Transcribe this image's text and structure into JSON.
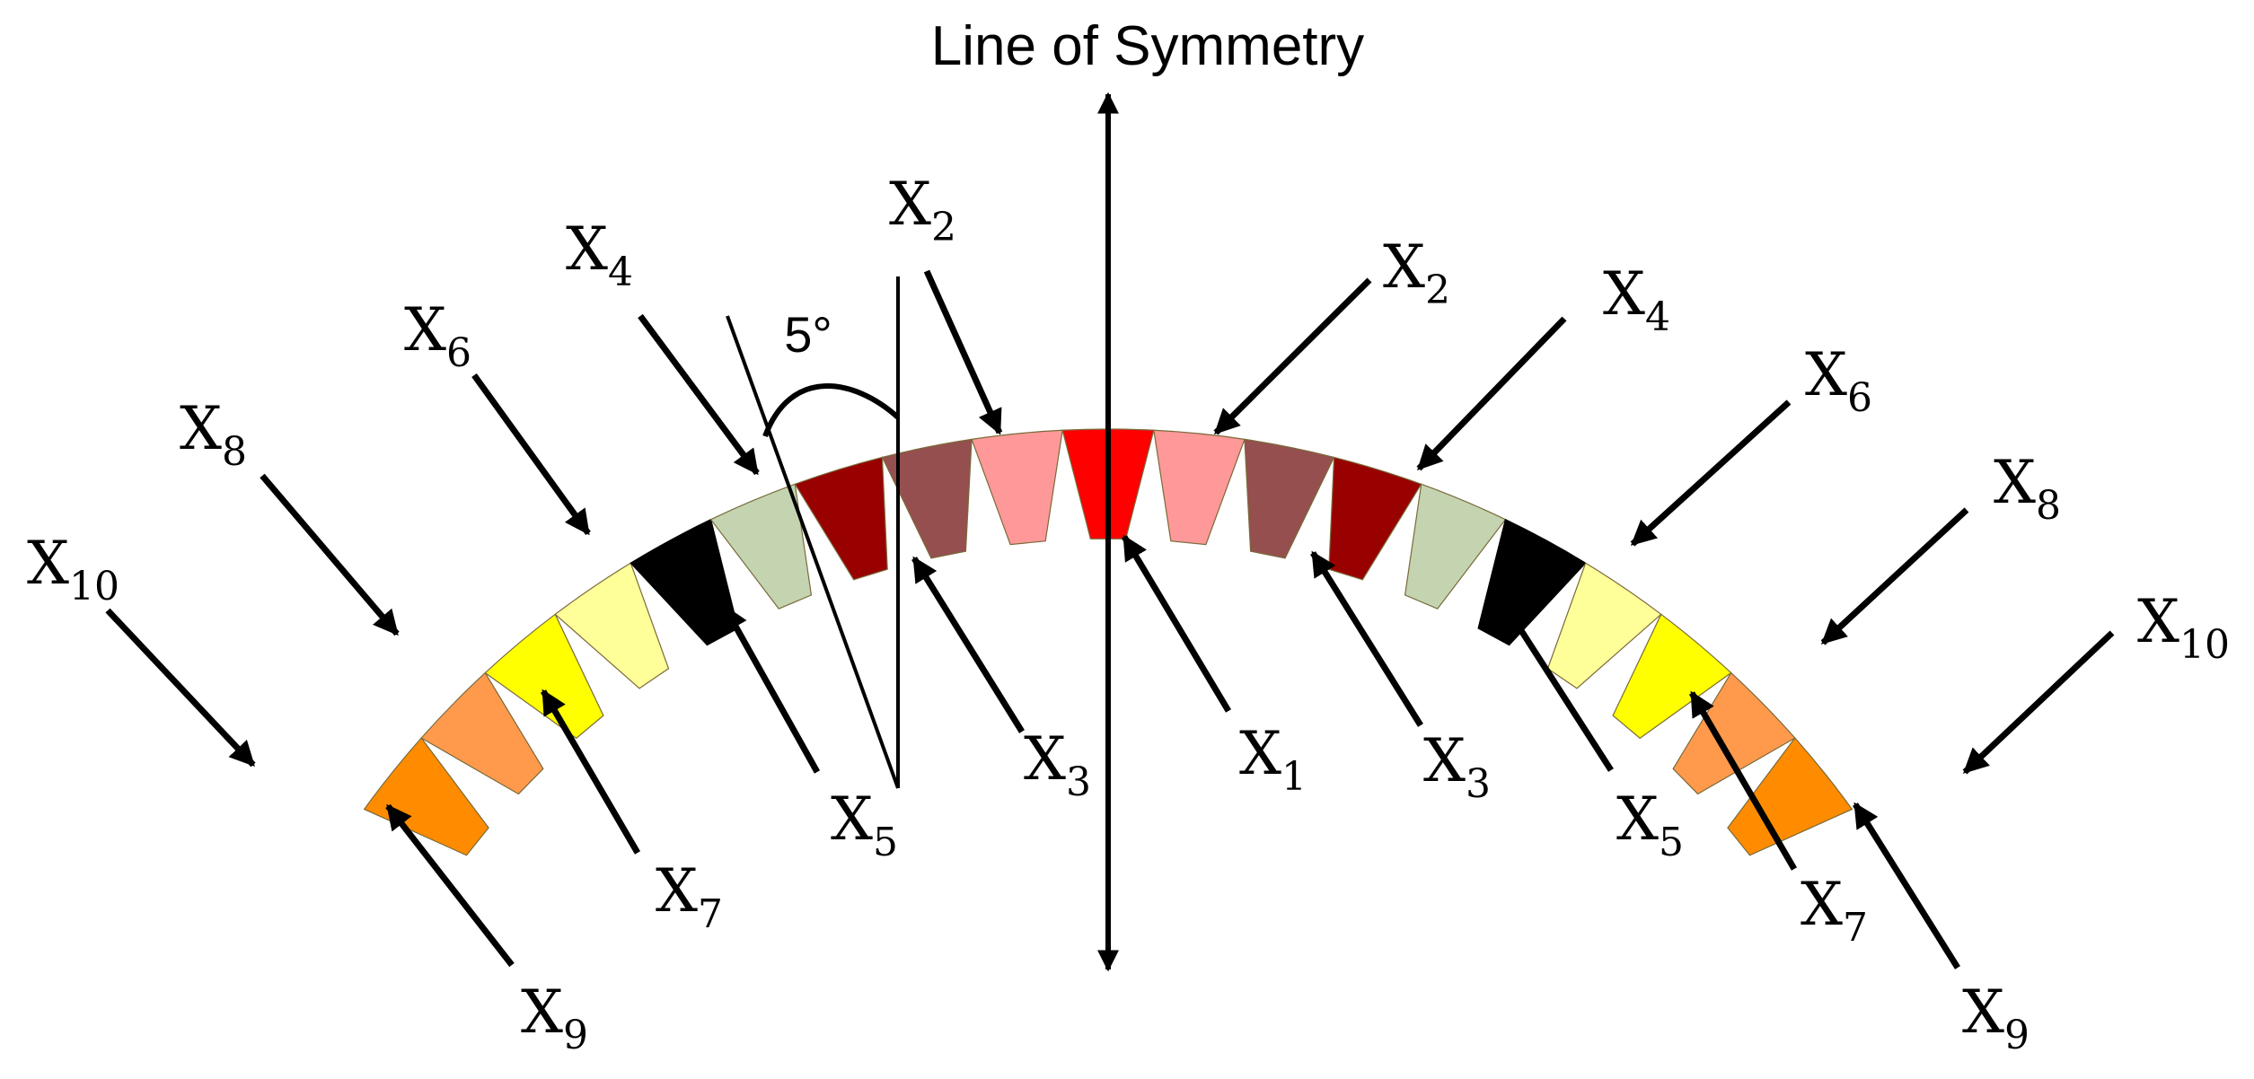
{
  "title": "Line of Symmetry",
  "angle_label": "5°",
  "colors": {
    "X1": "#ff0000",
    "X2": "#ff9999",
    "X3": "#954f4f",
    "X4": "#990000",
    "X5": "#c4d4b0",
    "X6": "#000000",
    "X7": "#ffff99",
    "X8": "#ffff00",
    "X9": "#ff9a4d",
    "X10": "#ff8c00"
  },
  "segments": [
    {
      "id": "X10",
      "side": "left",
      "label": "X",
      "sub": "10"
    },
    {
      "id": "X9",
      "side": "left",
      "label": "X",
      "sub": "9"
    },
    {
      "id": "X8",
      "side": "left",
      "label": "X",
      "sub": "8"
    },
    {
      "id": "X7",
      "side": "left",
      "label": "X",
      "sub": "7"
    },
    {
      "id": "X6",
      "side": "left",
      "label": "X",
      "sub": "6"
    },
    {
      "id": "X5",
      "side": "left",
      "label": "X",
      "sub": "5"
    },
    {
      "id": "X4",
      "side": "left",
      "label": "X",
      "sub": "4"
    },
    {
      "id": "X3",
      "side": "left",
      "label": "X",
      "sub": "3"
    },
    {
      "id": "X2",
      "side": "left",
      "label": "X",
      "sub": "2"
    },
    {
      "id": "X1",
      "side": "center",
      "label": "X",
      "sub": "1"
    },
    {
      "id": "X2",
      "side": "right",
      "label": "X",
      "sub": "2"
    },
    {
      "id": "X3",
      "side": "right",
      "label": "X",
      "sub": "3"
    },
    {
      "id": "X4",
      "side": "right",
      "label": "X",
      "sub": "4"
    },
    {
      "id": "X5",
      "side": "right",
      "label": "X",
      "sub": "5"
    },
    {
      "id": "X6",
      "side": "right",
      "label": "X",
      "sub": "6"
    },
    {
      "id": "X7",
      "side": "right",
      "label": "X",
      "sub": "7"
    },
    {
      "id": "X8",
      "side": "right",
      "label": "X",
      "sub": "8"
    },
    {
      "id": "X9",
      "side": "right",
      "label": "X",
      "sub": "9"
    },
    {
      "id": "X10",
      "side": "right",
      "label": "X",
      "sub": "10"
    }
  ]
}
